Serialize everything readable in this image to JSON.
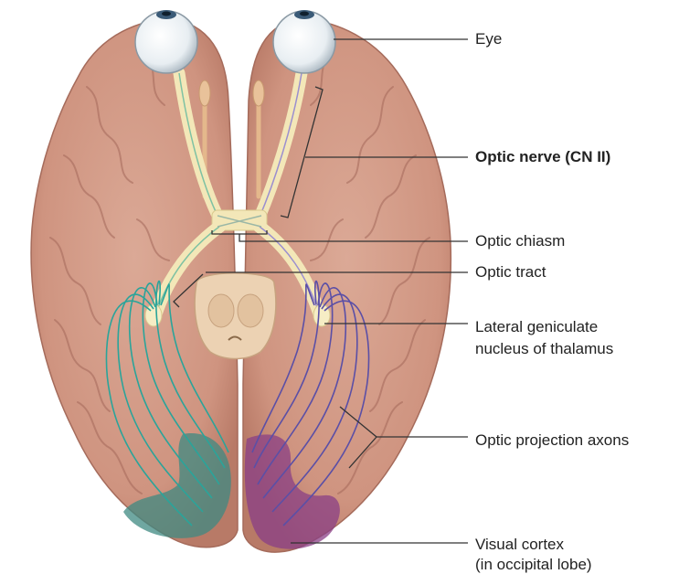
{
  "labels": {
    "eye": "Eye",
    "optic_nerve": "Optic nerve (CN II)",
    "optic_chiasm": "Optic chiasm",
    "optic_tract": "Optic tract",
    "lgn_line1": "Lateral geniculate",
    "lgn_line2": "nucleus of thalamus",
    "projection_axons": "Optic projection axons",
    "visual_cortex_line1": "Visual cortex",
    "visual_cortex_line2": "(in occipital lobe)"
  },
  "colors": {
    "brain": "#d49a84",
    "brain_dark": "#a4685a",
    "nerve": "#f3e7b8",
    "left_axons": "#2aa49a",
    "right_axons": "#5b4fa6",
    "left_cortex": "#3f8a82",
    "right_cortex": "#8a3f86"
  }
}
